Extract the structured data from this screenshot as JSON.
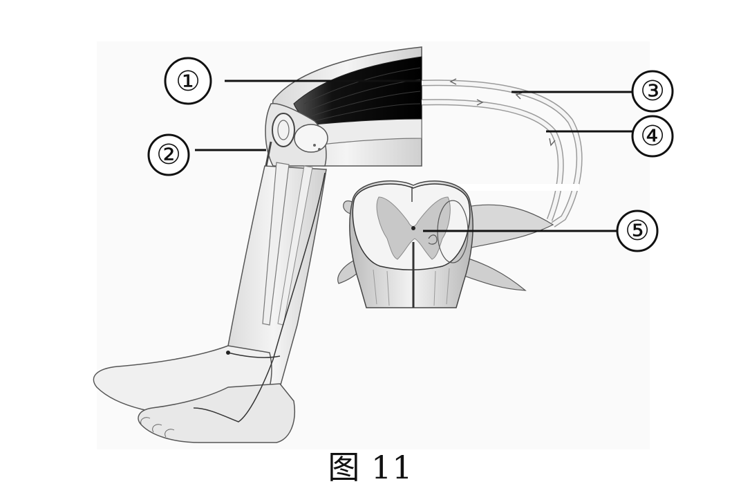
{
  "labels": {
    "l1": "①",
    "l2": "②",
    "l3": "③",
    "l4": "④",
    "l5": "⑤"
  },
  "caption": "图 11"
}
